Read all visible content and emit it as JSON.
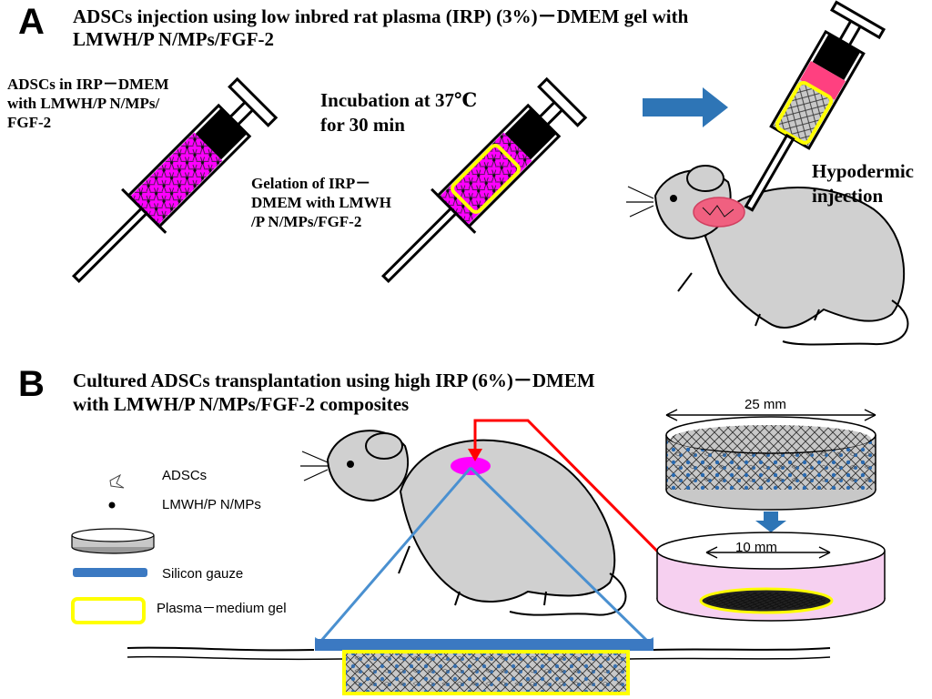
{
  "panel_a": {
    "letter": "A",
    "title_line1": "ADSCs injection using low inbred rat plasma (IRP) (3%)－DMEM gel with",
    "title_line2": "LMWH/P N/MPs/FGF-2",
    "syringe1_label": [
      "ADSCs in IRP－DMEM",
      "with LMWH/P N/MPs/",
      "FGF-2"
    ],
    "incubation_label": [
      "Incubation at 37℃",
      "for 30 min"
    ],
    "gelation_label": [
      "Gelation of IRP－",
      "DMEM with LMWH",
      "/P N/MPs/FGF-2"
    ],
    "injection_label": [
      "Hypodermic",
      "injection"
    ]
  },
  "panel_b": {
    "letter": "B",
    "title_line1": "Cultured ADSCs transplantation using  high IRP (6%)－DMEM",
    "title_line2": "with LMWH/P N/MPs/FGF-2 composites",
    "dish_top_label": "25 mm",
    "dish_inner_label": "10 mm",
    "legend": {
      "adscs": "ADSCs",
      "nmps": "LMWH/P N/MPs",
      "silicon_gauze": "Silicon gauze",
      "gel": "Plasma－medium gel"
    }
  },
  "colors": {
    "magenta": "#ff00ff",
    "gel_yellow": "#ffff00",
    "arrow_blue": "#2e75b6",
    "gauze_blue": "#3b79c2",
    "tri_blue": "#4a90d0",
    "red": "#ff0000",
    "mouse_gray": "#d0d0d0",
    "dish_pink": "#f6d0f0",
    "dish_gray": "#c8c8c8"
  }
}
